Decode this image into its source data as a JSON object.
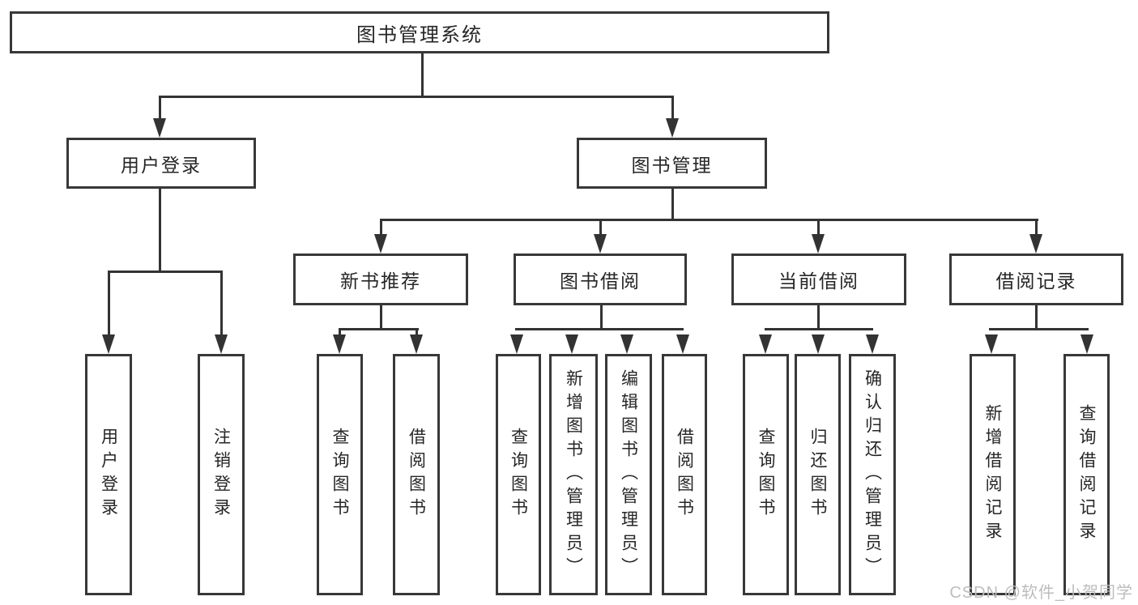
{
  "diagram": {
    "root": {
      "label": "图书管理系统",
      "children": [
        {
          "label": "用户登录",
          "children": [
            {
              "label": "用户登录"
            },
            {
              "label": "注销登录"
            }
          ]
        },
        {
          "label": "图书管理",
          "children": [
            {
              "label": "新书推荐",
              "children": [
                {
                  "label": "查询图书"
                },
                {
                  "label": "借阅图书"
                }
              ]
            },
            {
              "label": "图书借阅",
              "children": [
                {
                  "label": "查询图书"
                },
                {
                  "label": "新增图书（管理员）"
                },
                {
                  "label": "编辑图书（管理员）"
                },
                {
                  "label": "借阅图书"
                }
              ]
            },
            {
              "label": "当前借阅",
              "children": [
                {
                  "label": "查询图书"
                },
                {
                  "label": "归还图书"
                },
                {
                  "label": "确认归还（管理员）"
                }
              ]
            },
            {
              "label": "借阅记录",
              "children": [
                {
                  "label": "新增借阅记录"
                },
                {
                  "label": "查询借阅记录"
                }
              ]
            }
          ]
        }
      ]
    },
    "watermark": "CSDN @软件_小贺同学",
    "colors": {
      "line": "#333333",
      "box_border": "#383838",
      "text": "#262626",
      "watermark": "#bdbdbd",
      "background": "#ffffff"
    }
  }
}
